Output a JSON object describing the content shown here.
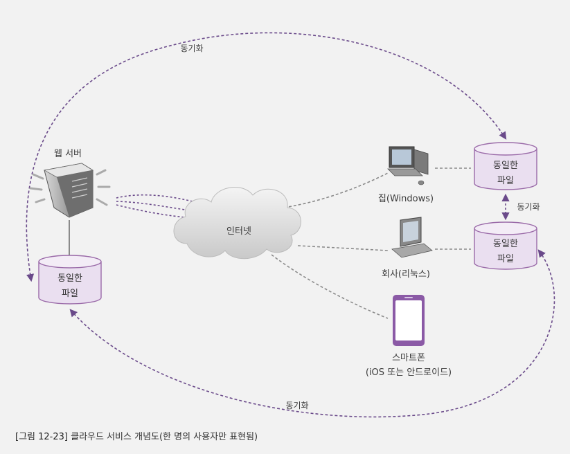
{
  "labels": {
    "sync_top": "동기화",
    "sync_right": "동기화",
    "sync_bottom": "동기화",
    "web_server": "웹 서버",
    "internet": "인터넷",
    "home": "집(Windows)",
    "office": "회사(리눅스)",
    "smartphone_line1": "스마트폰",
    "smartphone_line2": "(iOS 또는 안드로이드)",
    "file_server_line1": "동일한",
    "file_server_line2": "파일",
    "file_home_line1": "동일한",
    "file_home_line2": "파일",
    "file_office_line1": "동일한",
    "file_office_line2": "파일"
  },
  "caption": {
    "figure": "[그림 12-23]",
    "text": "클라우드 서비스 개념도(한 명의 사용자만 표현됨)"
  },
  "colors": {
    "cylinder_fill": "#eadff0",
    "cylinder_stroke": "#9a6aa8",
    "dash_purple": "#6a4a8a",
    "dash_gray": "#8a8a8a",
    "phone_frame": "#8b5aa6",
    "background": "#f2f2f2"
  },
  "icons": [
    "web-server-icon",
    "cloud-icon",
    "desktop-computer-icon",
    "laptop-icon",
    "smartphone-icon",
    "database-cylinder-icon"
  ]
}
